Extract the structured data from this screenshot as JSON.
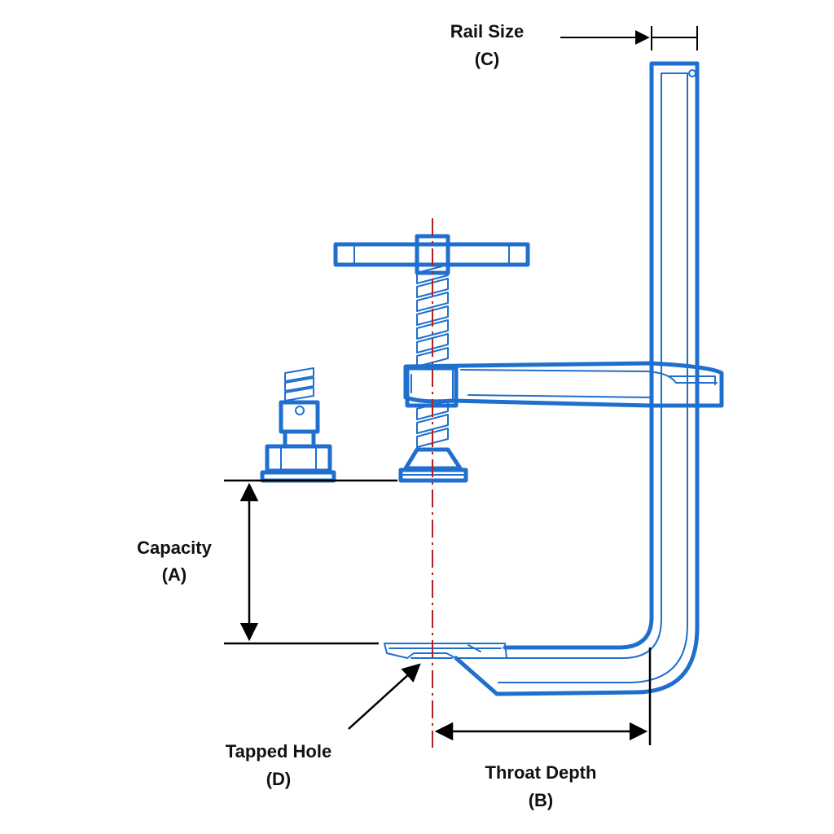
{
  "labels": {
    "rail_size": "Rail Size",
    "rail_size_code": "(C)",
    "capacity": "Capacity",
    "capacity_code": "(A)",
    "tapped_hole": "Tapped Hole",
    "tapped_hole_code": "(D)",
    "throat_depth": "Throat Depth",
    "throat_depth_code": "(B)"
  },
  "colors": {
    "outline": "#1f6fcf",
    "centerline": "#b02020",
    "dimension": "#000000"
  }
}
